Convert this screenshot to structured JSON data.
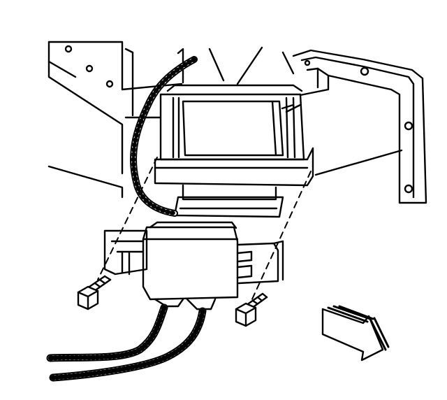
{
  "illustration": {
    "style": "black-and-white exploded-view line drawing",
    "colors": {
      "line": "#000000",
      "background": "#ffffff"
    },
    "parts": [
      {
        "name": "housing-panel"
      },
      {
        "name": "blower-case"
      },
      {
        "name": "control-module"
      },
      {
        "name": "mounting-bolt",
        "count": 2
      },
      {
        "name": "mounting-bracket"
      },
      {
        "name": "wiring-harness"
      },
      {
        "name": "direction-arrow-icon"
      }
    ]
  }
}
